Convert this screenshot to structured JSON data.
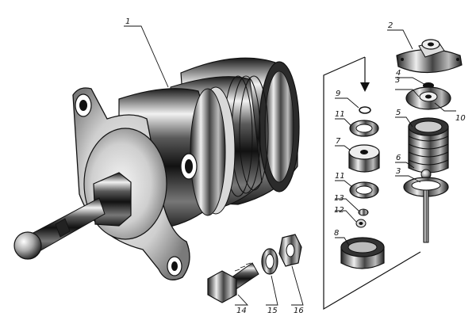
{
  "callouts": [
    {
      "id": "1",
      "text": "1"
    },
    {
      "id": "2",
      "text": "2"
    },
    {
      "id": "3a",
      "text": "3"
    },
    {
      "id": "3b",
      "text": "3"
    },
    {
      "id": "4",
      "text": "4"
    },
    {
      "id": "5",
      "text": "5"
    },
    {
      "id": "6",
      "text": "6"
    },
    {
      "id": "7",
      "text": "7"
    },
    {
      "id": "8",
      "text": "8"
    },
    {
      "id": "9",
      "text": "9"
    },
    {
      "id": "10",
      "text": "10"
    },
    {
      "id": "11a",
      "text": "11"
    },
    {
      "id": "11b",
      "text": "11"
    },
    {
      "id": "12",
      "text": "12"
    },
    {
      "id": "13",
      "text": "13"
    },
    {
      "id": "14",
      "text": "14"
    },
    {
      "id": "15",
      "text": "15"
    },
    {
      "id": "16",
      "text": "16"
    }
  ],
  "colors": {
    "ink": "#111111",
    "background": "#ffffff",
    "metal_light": "#d8d8d8",
    "metal_dark": "#2a2a2a"
  }
}
